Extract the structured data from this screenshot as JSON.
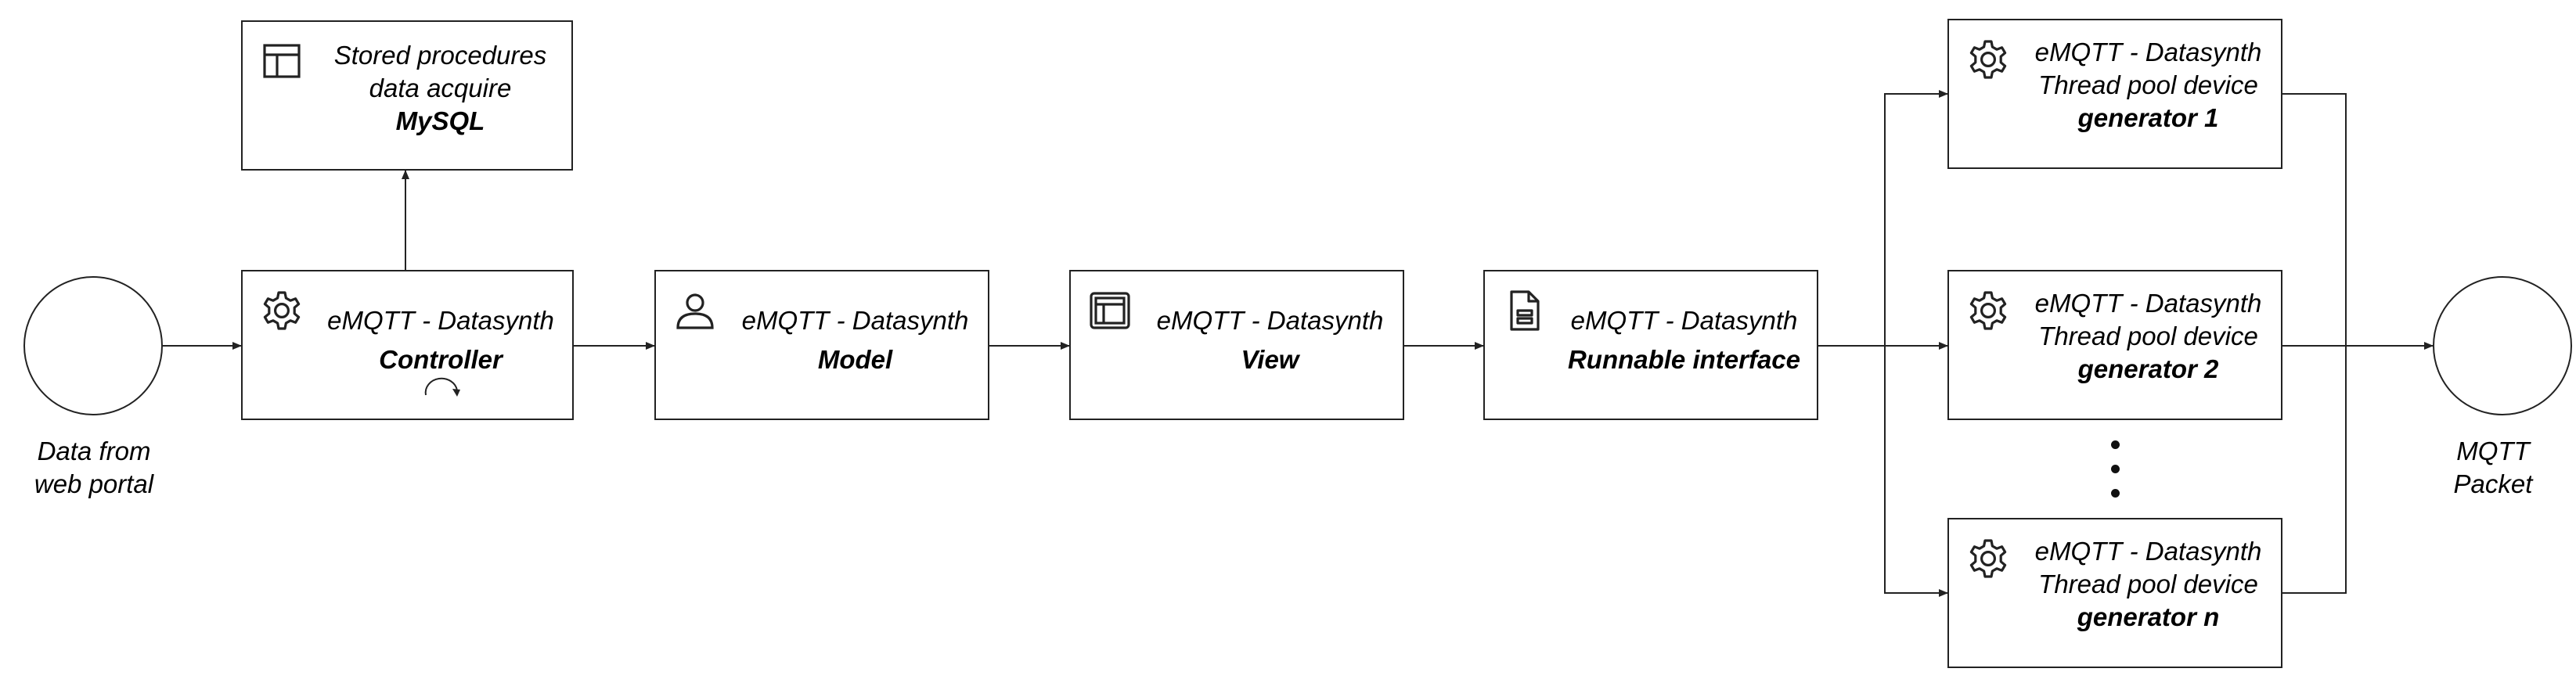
{
  "source": {
    "caption_line1": "Data from",
    "caption_line2": "web portal"
  },
  "mysql": {
    "line1": "Stored procedures",
    "line2": "data acquire",
    "line3": "MySQL"
  },
  "controller": {
    "line1": "eMQTT - Datasynth",
    "line2": "Controller"
  },
  "model": {
    "line1": "eMQTT - Datasynth",
    "line2": "Model"
  },
  "view": {
    "line1": "eMQTT - Datasynth",
    "line2": "View"
  },
  "runnable": {
    "line1": "eMQTT - Datasynth",
    "line2": "Runnable interface"
  },
  "generators": [
    {
      "line1": "eMQTT - Datasynth",
      "line2": "Thread pool device",
      "line3": "generator 1"
    },
    {
      "line1": "eMQTT - Datasynth",
      "line2": "Thread pool device",
      "line3": "generator 2"
    },
    {
      "line1": "eMQTT - Datasynth",
      "line2": "Thread pool device",
      "line3": "generator n"
    }
  ],
  "sink": {
    "caption_line1": "MQTT",
    "caption_line2": "Packet"
  },
  "icons": {
    "mysql": "table-icon",
    "controller": "gear-icon",
    "model": "user-icon",
    "view": "window-icon",
    "runnable": "document-icon",
    "generator": "gear-icon",
    "loop": "loop-arrow-icon"
  },
  "colors": {
    "stroke": "#222222",
    "background": "#ffffff"
  }
}
